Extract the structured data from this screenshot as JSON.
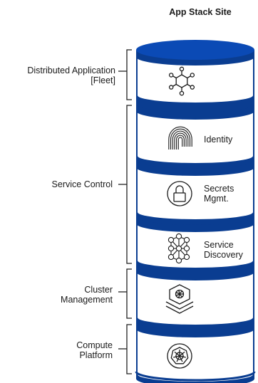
{
  "diagram": {
    "title": "App Stack Site",
    "colors": {
      "band": "#0a3d91",
      "top": "#0b4ab5",
      "outline": "#0a3d91",
      "bracket": "#222222",
      "icon": "#1a1a1a"
    },
    "left_labels": [
      {
        "lines": [
          "Distributed Application",
          "[Fleet]"
        ]
      },
      {
        "lines": [
          "Service Control"
        ]
      },
      {
        "lines": [
          "Cluster",
          "Management"
        ]
      },
      {
        "lines": [
          "Compute",
          "Platform"
        ]
      }
    ],
    "segments": [
      {
        "icon": "hexagon-network-icon",
        "label_lines": []
      },
      {
        "icon": "fingerprint-icon",
        "label_lines": [
          "Identity"
        ]
      },
      {
        "icon": "lock-icon",
        "label_lines": [
          "Secrets",
          "Mgmt."
        ]
      },
      {
        "icon": "service-mesh-icon",
        "label_lines": [
          "Service",
          "Discovery"
        ]
      },
      {
        "icon": "layered-kubernetes-icon",
        "label_lines": []
      },
      {
        "icon": "kubernetes-wheel-icon",
        "label_lines": []
      }
    ]
  }
}
